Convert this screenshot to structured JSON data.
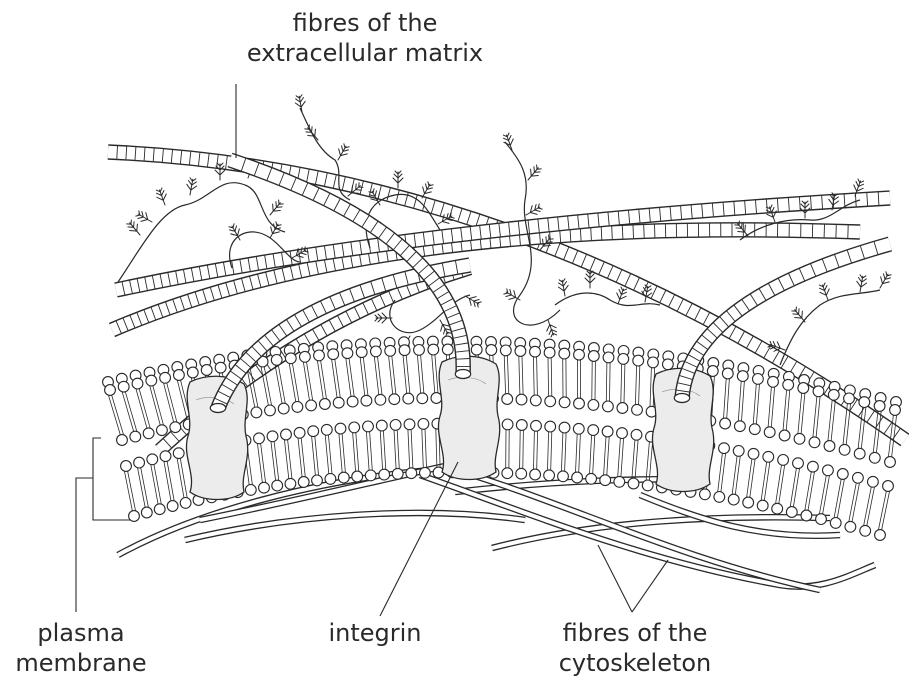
{
  "labels": {
    "ecm_line1": "fibres of the",
    "ecm_line2": "extracellular matrix",
    "plasma_line1": "plasma",
    "plasma_line2": "membrane",
    "integrin": "integrin",
    "cyto_line1": "fibres of the",
    "cyto_line2": "cytoskeleton"
  },
  "colors": {
    "ink": "#2a2a2a",
    "fill": "#ffffff",
    "protein_fill": "#ececec"
  }
}
